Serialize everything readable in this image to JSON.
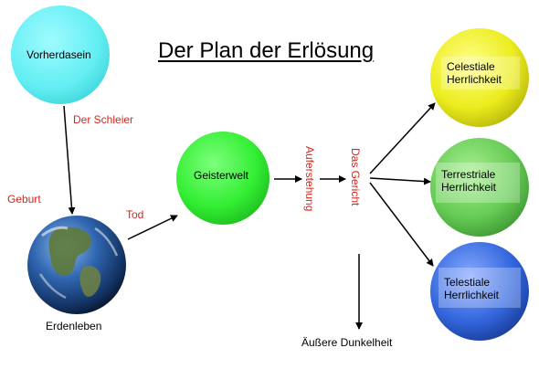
{
  "diagram": {
    "title": "Der Plan der Erlösung",
    "nodes": {
      "vorherdasein": "Vorherdasein",
      "erdenleben": "Erdenleben",
      "geisterwelt": "Geisterwelt",
      "celestial": [
        "Celestiale",
        "Herrlichkeit"
      ],
      "terrestrial": [
        "Terrestriale",
        "Herrlichkeit"
      ],
      "telestial": [
        "Telestiale",
        "Herrlichkeit"
      ],
      "dunkelheit": "Äußere Dunkelheit"
    },
    "edge_labels": {
      "schleier": "Der Schleier",
      "geburt": "Geburt",
      "tod": "Tod",
      "auferstehung": "Auferstehung",
      "gericht": "Das Gericht"
    },
    "colors": {
      "vorherdasein": "#66f0f4",
      "geisterwelt": "#33ee33",
      "celestial": "#eeee22",
      "terrestrial": "#66cc55",
      "telestial": "#3366dd",
      "edge_label": "#d9251c"
    }
  }
}
